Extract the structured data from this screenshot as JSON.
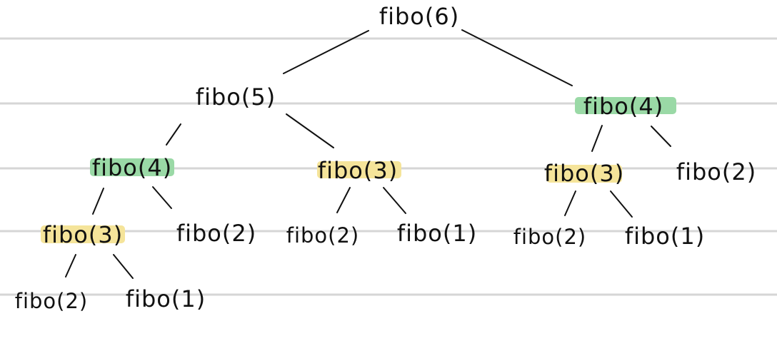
{
  "colors": {
    "paper": "#ffffff",
    "ruled_line": "#d6d6d6",
    "ink": "#111111",
    "memo_highlight_green": "#9ad9a6",
    "memo_highlight_yellow": "#f5e49a"
  },
  "tree": {
    "root": {
      "label": "fibo(6)"
    },
    "level1_left": {
      "label": "fibo(5)"
    },
    "level1_right": {
      "label": "fibo(4)",
      "highlight": "green"
    },
    "level2_a": {
      "label": "fibo(4)",
      "highlight": "green"
    },
    "level2_b": {
      "label": "fibo(3)",
      "highlight": "yellow"
    },
    "level2_c": {
      "label": "fibo(3)",
      "highlight": "yellow"
    },
    "level2_d": {
      "label": "fibo(2)"
    },
    "level3_a": {
      "label": "fibo(3)",
      "highlight": "yellow"
    },
    "level3_b": {
      "label": "fibo(2)"
    },
    "level3_c": {
      "label": "fibo(2)"
    },
    "level3_d": {
      "label": "fibo(1)"
    },
    "level3_e": {
      "label": "fibo(2)"
    },
    "level3_f": {
      "label": "fibo(1)"
    },
    "level4_a": {
      "label": "fibo(2)"
    },
    "level4_b": {
      "label": "fibo(1)"
    }
  }
}
